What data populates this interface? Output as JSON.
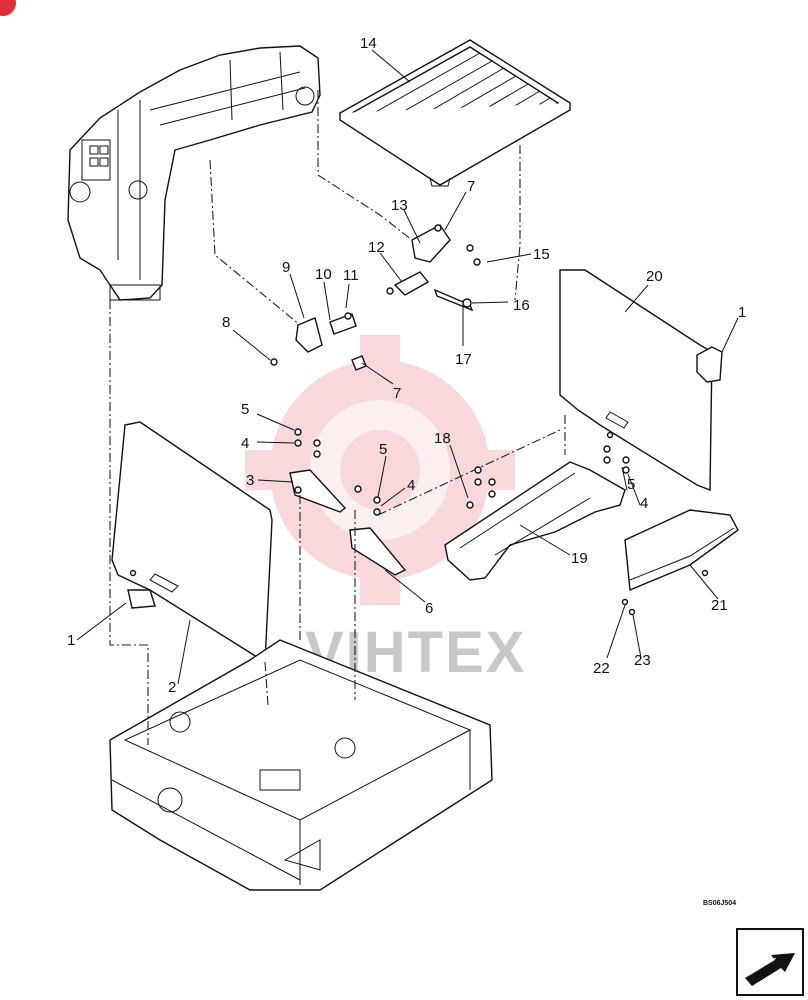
{
  "diagram": {
    "drawing_code": "BS06J504",
    "watermark_text": "VIHTEX",
    "watermark_color": "#f3b9bd",
    "callouts": [
      "14",
      "7",
      "13",
      "12",
      "15",
      "16",
      "17",
      "20",
      "1",
      "9",
      "10",
      "11",
      "8",
      "7",
      "5",
      "4",
      "3",
      "5",
      "4",
      "18",
      "5",
      "4",
      "19",
      "6",
      "21",
      "1",
      "2",
      "22",
      "23"
    ]
  }
}
